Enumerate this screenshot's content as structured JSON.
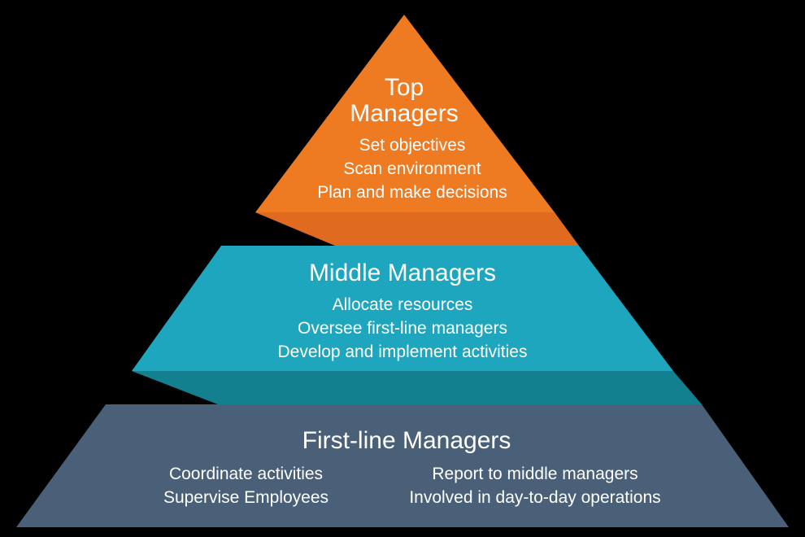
{
  "colors": {
    "background": "#000000",
    "top": "#ee7a22",
    "top_shadow": "#e06a20",
    "middle": "#1fa6bf",
    "middle_shadow": "#138090",
    "bottom": "#4a6078",
    "text": "#ffffff"
  },
  "pyramid": {
    "top": {
      "title_line1": "Top",
      "title_line2": "Managers",
      "items": [
        "Set objectives",
        "Scan environment",
        "Plan and make decisions"
      ]
    },
    "middle": {
      "title": "Middle Managers",
      "items": [
        "Allocate resources",
        "Oversee first-line managers",
        "Develop and implement activities"
      ]
    },
    "bottom": {
      "title": "First-line Managers",
      "items_left": [
        "Coordinate activities",
        "Supervise Employees"
      ],
      "items_right": [
        "Report to middle managers",
        "Involved in day-to-day operations"
      ]
    }
  }
}
